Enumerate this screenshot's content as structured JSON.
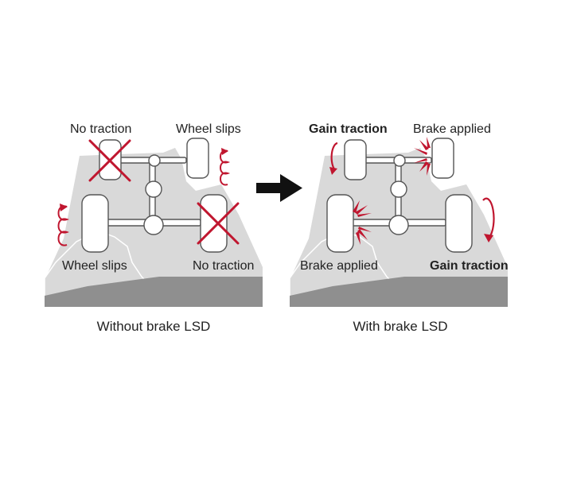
{
  "colors": {
    "ground": "#d9d9d9",
    "road": "#8f8f8f",
    "accent": "#c0162f",
    "outline": "#555555",
    "text": "#222222"
  },
  "left_panel": {
    "caption": "Without brake LSD",
    "labels": {
      "front_left": "No traction",
      "front_right": "Wheel slips",
      "rear_left": "Wheel slips",
      "rear_right": "No traction"
    },
    "icons": [
      "cross-icon",
      "spin-arrow-icon"
    ]
  },
  "right_panel": {
    "caption": "With brake LSD",
    "labels": {
      "front_left": "Gain traction",
      "front_right": "Brake applied",
      "rear_left": "Brake applied",
      "rear_right": "Gain traction"
    },
    "icons": [
      "rotation-arrow-icon",
      "brake-burst-icon"
    ]
  },
  "transition_arrow": "right-arrow-icon"
}
